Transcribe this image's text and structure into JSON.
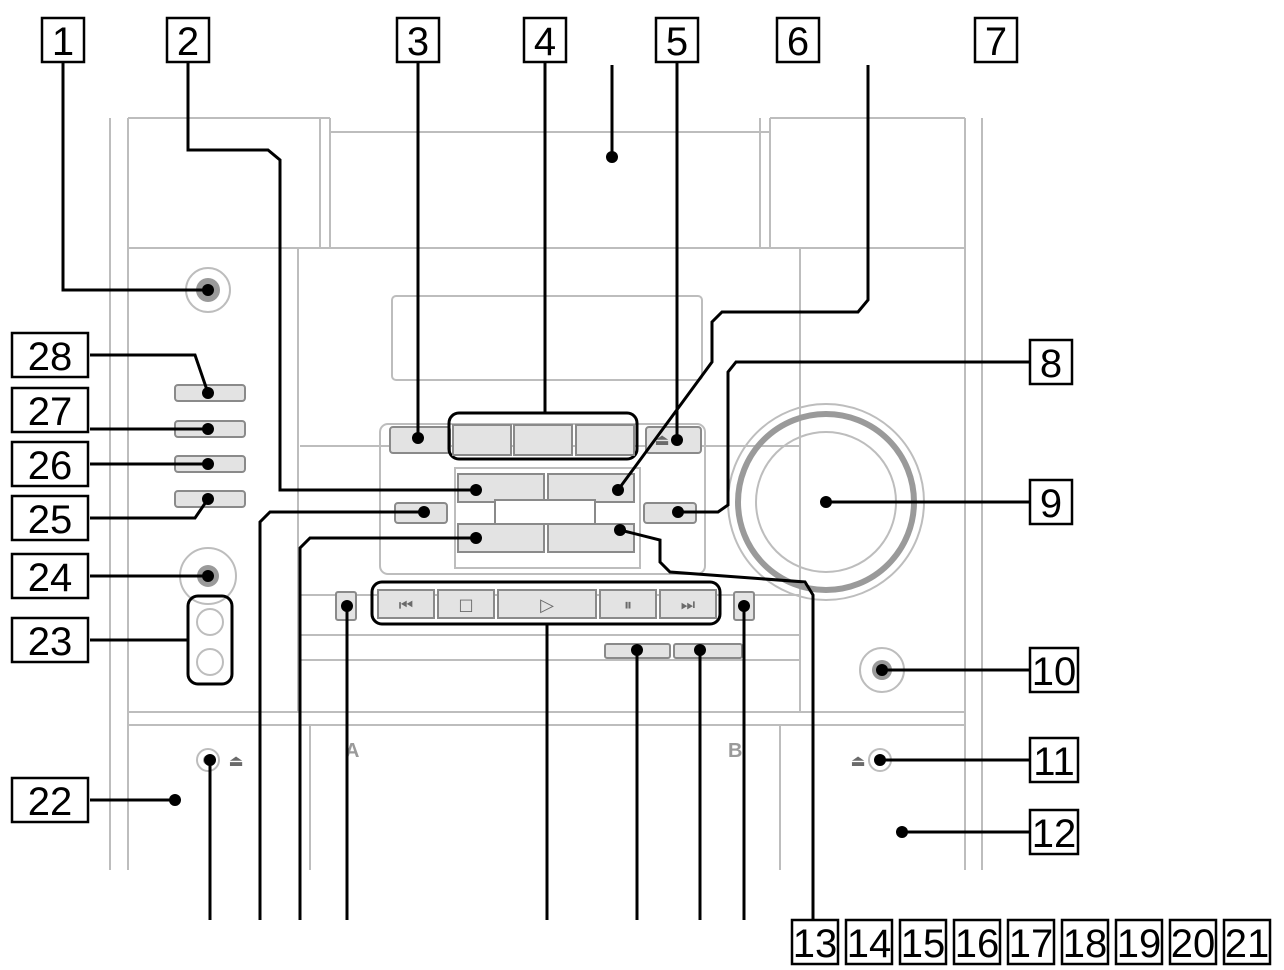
{
  "callouts": [
    "1",
    "2",
    "3",
    "4",
    "5",
    "6",
    "7",
    "8",
    "9",
    "10",
    "11",
    "12",
    "13",
    "14",
    "15",
    "16",
    "17",
    "18",
    "19",
    "20",
    "21",
    "22",
    "23",
    "24",
    "25",
    "26",
    "27",
    "28"
  ],
  "transport_glyphs": {
    "prev": "⏮",
    "stop": "□",
    "play": "▷",
    "pause": "⏸",
    "next": "⏭"
  },
  "eject_glyph": "⏏",
  "deck_labels": {
    "a": "A",
    "b": "B"
  }
}
